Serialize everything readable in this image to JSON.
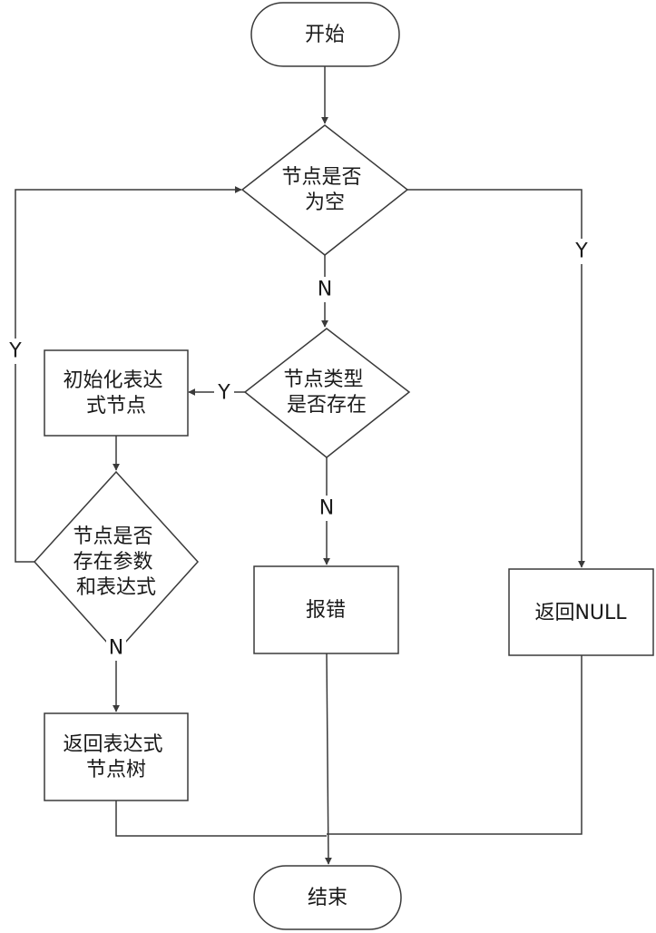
{
  "nodes": {
    "start": {
      "lines": [
        "开始"
      ]
    },
    "is_empty": {
      "lines": [
        "节点是否",
        "为空"
      ]
    },
    "type_exists": {
      "lines": [
        "节点类型",
        "是否存在"
      ]
    },
    "init_node": {
      "lines": [
        "初始化表达",
        "式节点"
      ]
    },
    "has_params": {
      "lines": [
        "节点是否",
        "存在参数",
        "和表达式"
      ]
    },
    "return_tree": {
      "lines": [
        "返回表达式",
        "节点树"
      ]
    },
    "error": {
      "lines": [
        "报错"
      ]
    },
    "return_null": {
      "lines": [
        "返回NULL"
      ]
    },
    "end": {
      "lines": [
        "结束"
      ]
    }
  },
  "edge_labels": {
    "empty_yes": "Y",
    "empty_no": "N",
    "type_yes": "Y",
    "type_no": "N",
    "params_yes": "Y",
    "params_no": "N"
  }
}
